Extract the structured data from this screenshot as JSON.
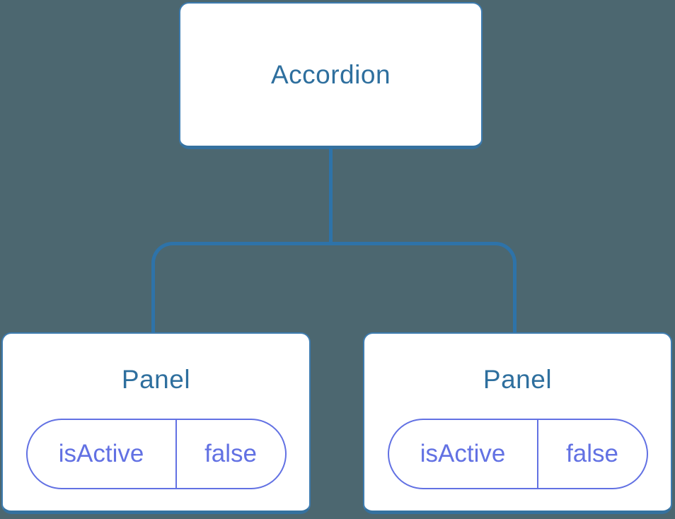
{
  "colors": {
    "bg": "#4c6770",
    "line": "#2e73a9",
    "node-border": "#3e7cb0",
    "node-bottom": "#35719f",
    "node-bg": "#ffffff",
    "title": "#2e6f9e",
    "state": "#6271e3"
  },
  "tree": {
    "root": {
      "label": "Accordion"
    },
    "children": [
      {
        "label": "Panel",
        "state": {
          "key": "isActive",
          "value": "false"
        }
      },
      {
        "label": "Panel",
        "state": {
          "key": "isActive",
          "value": "false"
        }
      }
    ]
  }
}
